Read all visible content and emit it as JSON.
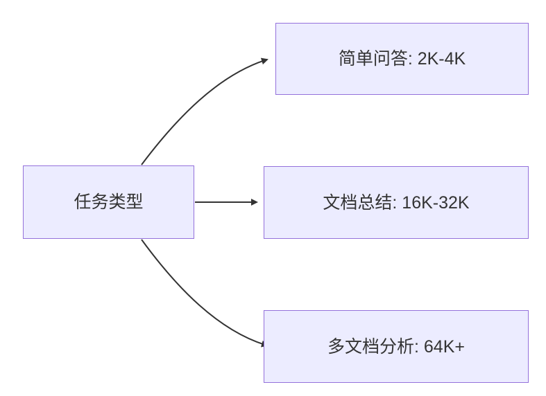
{
  "diagram": {
    "type": "flowchart-lr",
    "root": {
      "label": "任务类型"
    },
    "branches": [
      {
        "label": "简单问答: 2K-4K"
      },
      {
        "label": "文档总结: 16K-32K"
      },
      {
        "label": "多文档分析: 64K+"
      }
    ],
    "colors": {
      "node_fill": "#ECECFF",
      "node_border": "#9370DB",
      "arrow": "#333333",
      "text": "#333333"
    }
  }
}
